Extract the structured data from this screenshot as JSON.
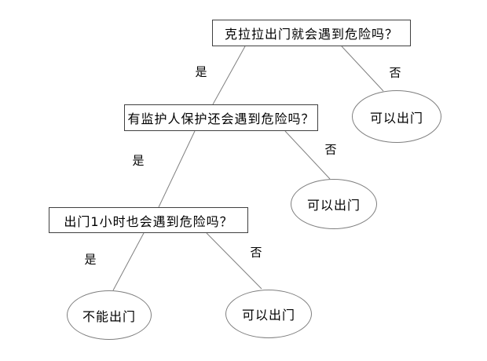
{
  "diagram": {
    "type": "decision-tree",
    "background": "#ffffff",
    "colors": {
      "box_border": "#404040",
      "ellipse_border": "#7f7f7f",
      "edge_line": "#808080",
      "text": "#000000"
    },
    "nodes": [
      {
        "id": "q1",
        "shape": "rect",
        "kind": "question",
        "label": "克拉拉出门就会遇到危险吗？"
      },
      {
        "id": "q2",
        "shape": "rect",
        "kind": "question",
        "label": "有监护人保护还会遇到危险吗？"
      },
      {
        "id": "q3",
        "shape": "rect",
        "kind": "question",
        "label": "出门1小时也会遇到危险吗？"
      },
      {
        "id": "e1",
        "shape": "ellipse",
        "kind": "outcome",
        "label": "可以出门"
      },
      {
        "id": "e2",
        "shape": "ellipse",
        "kind": "outcome",
        "label": "可以出门"
      },
      {
        "id": "e3",
        "shape": "ellipse",
        "kind": "outcome",
        "label": "不能出门"
      },
      {
        "id": "e4",
        "shape": "ellipse",
        "kind": "outcome",
        "label": "可以出门"
      }
    ],
    "edges": [
      {
        "from": "q1",
        "to": "q2",
        "label": "是"
      },
      {
        "from": "q1",
        "to": "e1",
        "label": "否"
      },
      {
        "from": "q2",
        "to": "q3",
        "label": "是"
      },
      {
        "from": "q2",
        "to": "e2",
        "label": "否"
      },
      {
        "from": "q3",
        "to": "e3",
        "label": "是"
      },
      {
        "from": "q3",
        "to": "e4",
        "label": "否"
      }
    ]
  }
}
